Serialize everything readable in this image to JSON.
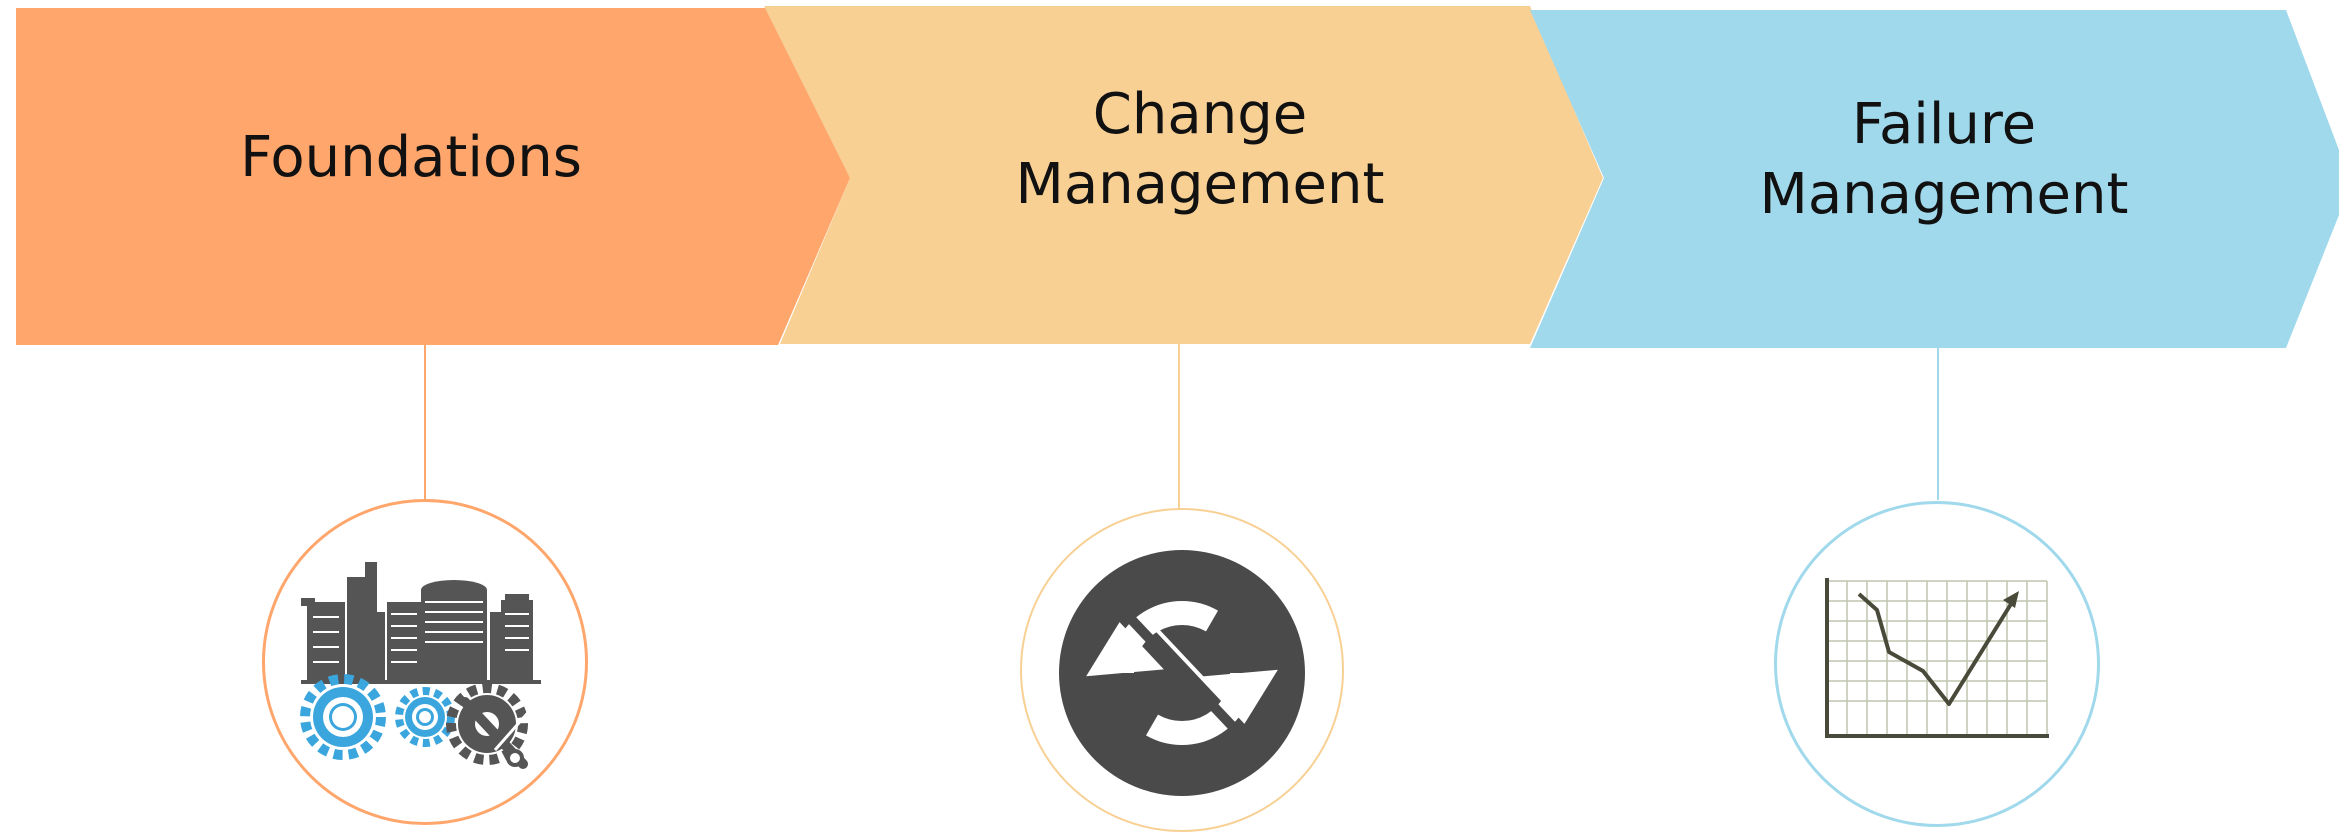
{
  "steps": [
    {
      "label": "Foundations",
      "color": "#FFA66C",
      "icon": "city-gears-icon"
    },
    {
      "label_line1": "Change",
      "label_line2": "Management",
      "color": "#F8D094",
      "icon": "refresh-cycle-icon"
    },
    {
      "label_line1": "Failure",
      "label_line2": "Management",
      "color": "#A0D9EC",
      "icon": "line-chart-icon"
    }
  ],
  "colors": {
    "foundations": "#FFA66C",
    "change": "#F8D094",
    "failure": "#A0D9EC",
    "icon_gray": "#555555",
    "icon_blue": "#3AA6DD"
  }
}
